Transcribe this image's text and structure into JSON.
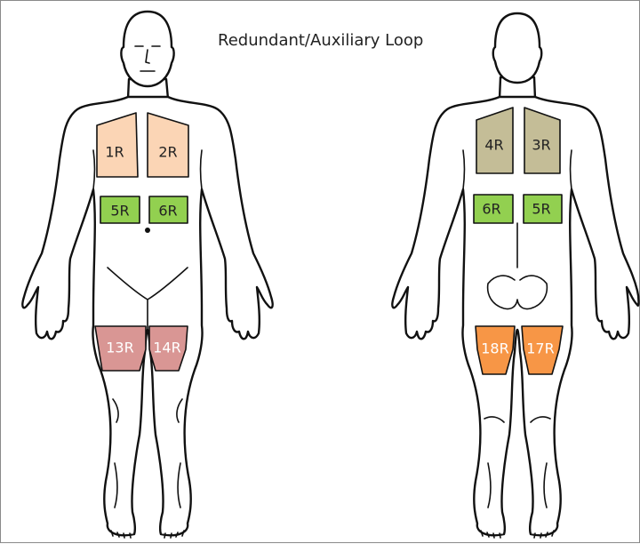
{
  "title": "Redundant/Auxiliary Loop",
  "colors": {
    "chest_pads": "#fbd5b5",
    "upper_back_pads": "#c4bd97",
    "abdomen_pads": "#92d050",
    "front_thigh_pads": "#d99694",
    "back_thigh_pads": "#f79646",
    "outline": "#111111"
  },
  "figures": {
    "front": {
      "pads": [
        {
          "id": "1R",
          "label": "1R",
          "region": "right-chest",
          "color_key": "chest_pads",
          "text_color": "#222222"
        },
        {
          "id": "2R",
          "label": "2R",
          "region": "left-chest",
          "color_key": "chest_pads",
          "text_color": "#222222"
        },
        {
          "id": "5R",
          "label": "5R",
          "region": "right-abdomen",
          "color_key": "abdomen_pads",
          "text_color": "#222222"
        },
        {
          "id": "6R",
          "label": "6R",
          "region": "left-abdomen",
          "color_key": "abdomen_pads",
          "text_color": "#222222"
        },
        {
          "id": "13R",
          "label": "13R",
          "region": "right-thigh",
          "color_key": "front_thigh_pads",
          "text_color": "#ffffff"
        },
        {
          "id": "14R",
          "label": "14R",
          "region": "left-thigh",
          "color_key": "front_thigh_pads",
          "text_color": "#ffffff"
        }
      ]
    },
    "back": {
      "pads": [
        {
          "id": "4R",
          "label": "4R",
          "region": "left-upper-back",
          "color_key": "upper_back_pads",
          "text_color": "#222222"
        },
        {
          "id": "3R",
          "label": "3R",
          "region": "right-upper-back",
          "color_key": "upper_back_pads",
          "text_color": "#222222"
        },
        {
          "id": "6R",
          "label": "6R",
          "region": "left-lower-back",
          "color_key": "abdomen_pads",
          "text_color": "#222222"
        },
        {
          "id": "5R",
          "label": "5R",
          "region": "right-lower-back",
          "color_key": "abdomen_pads",
          "text_color": "#222222"
        },
        {
          "id": "18R",
          "label": "18R",
          "region": "left-back-thigh",
          "color_key": "back_thigh_pads",
          "text_color": "#ffffff"
        },
        {
          "id": "17R",
          "label": "17R",
          "region": "right-back-thigh",
          "color_key": "back_thigh_pads",
          "text_color": "#ffffff"
        }
      ]
    }
  }
}
